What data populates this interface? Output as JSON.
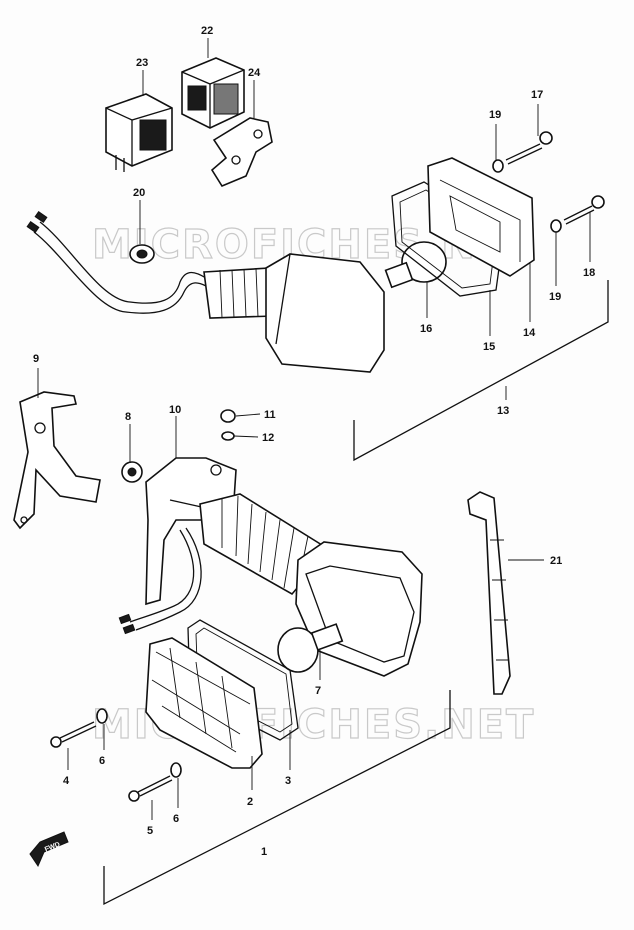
{
  "watermark": "MICROFICHES.NET",
  "direction_marker": "FWD",
  "callouts": [
    {
      "id": "c1",
      "text": "1"
    },
    {
      "id": "c2",
      "text": "2"
    },
    {
      "id": "c3",
      "text": "3"
    },
    {
      "id": "c4",
      "text": "4"
    },
    {
      "id": "c5",
      "text": "5"
    },
    {
      "id": "c6a",
      "text": "6"
    },
    {
      "id": "c6b",
      "text": "6"
    },
    {
      "id": "c7",
      "text": "7"
    },
    {
      "id": "c8",
      "text": "8"
    },
    {
      "id": "c9",
      "text": "9"
    },
    {
      "id": "c10",
      "text": "10"
    },
    {
      "id": "c11",
      "text": "11"
    },
    {
      "id": "c12",
      "text": "12"
    },
    {
      "id": "c13",
      "text": "13"
    },
    {
      "id": "c14",
      "text": "14"
    },
    {
      "id": "c15",
      "text": "15"
    },
    {
      "id": "c16",
      "text": "16"
    },
    {
      "id": "c17",
      "text": "17"
    },
    {
      "id": "c18",
      "text": "18"
    },
    {
      "id": "c19a",
      "text": "19"
    },
    {
      "id": "c19b",
      "text": "19"
    },
    {
      "id": "c20",
      "text": "20"
    },
    {
      "id": "c21",
      "text": "21"
    },
    {
      "id": "c22",
      "text": "22"
    },
    {
      "id": "c23",
      "text": "23"
    },
    {
      "id": "c24",
      "text": "24"
    }
  ]
}
